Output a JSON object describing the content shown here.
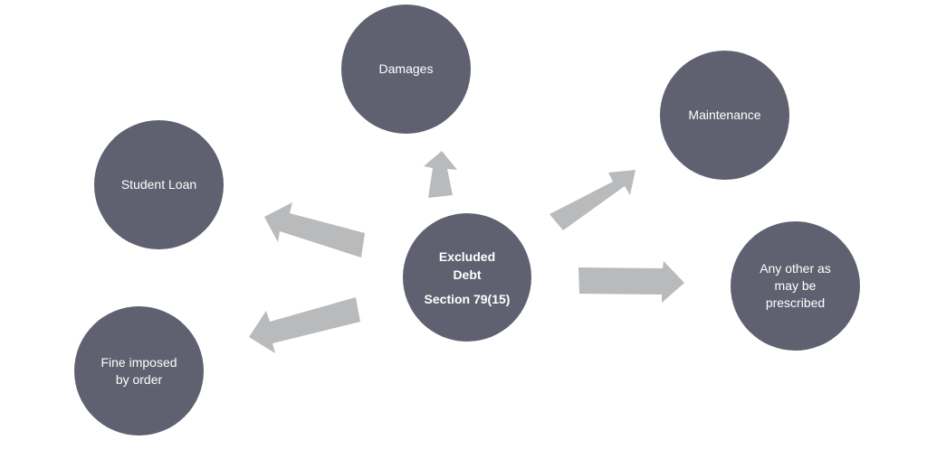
{
  "diagram": {
    "center": {
      "line1": "Excluded",
      "line2": "Debt",
      "line3": "Section 79(15)"
    },
    "nodes": {
      "damages": {
        "line1": "Damages"
      },
      "maintenance": {
        "line1": "Maintenance"
      },
      "student_loan": {
        "line1": "Student Loan"
      },
      "fine": {
        "line1": "Fine imposed",
        "line2": "by order"
      },
      "other": {
        "line1": "Any other as",
        "line2": "may be",
        "line3": "prescribed"
      }
    },
    "colors": {
      "node_fill": "#5f6170",
      "node_text": "#ffffff",
      "arrow_fill": "#b9babc",
      "background": "#ffffff"
    }
  }
}
